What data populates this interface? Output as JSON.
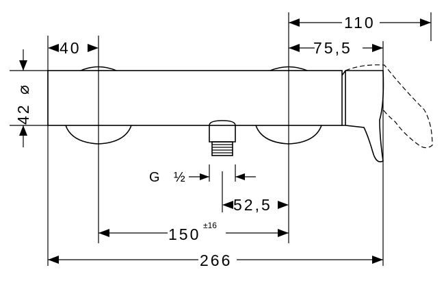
{
  "dimensions": {
    "width_110": "110",
    "width_75_5": "75,5",
    "width_40": "40",
    "diameter_42": "42",
    "diameter_symbol": "⌀",
    "thread": "G",
    "thread_size": "½",
    "offset_52_5": "52,5",
    "spacing_150": "150",
    "spacing_tolerance": "±16",
    "overall_266": "266"
  }
}
